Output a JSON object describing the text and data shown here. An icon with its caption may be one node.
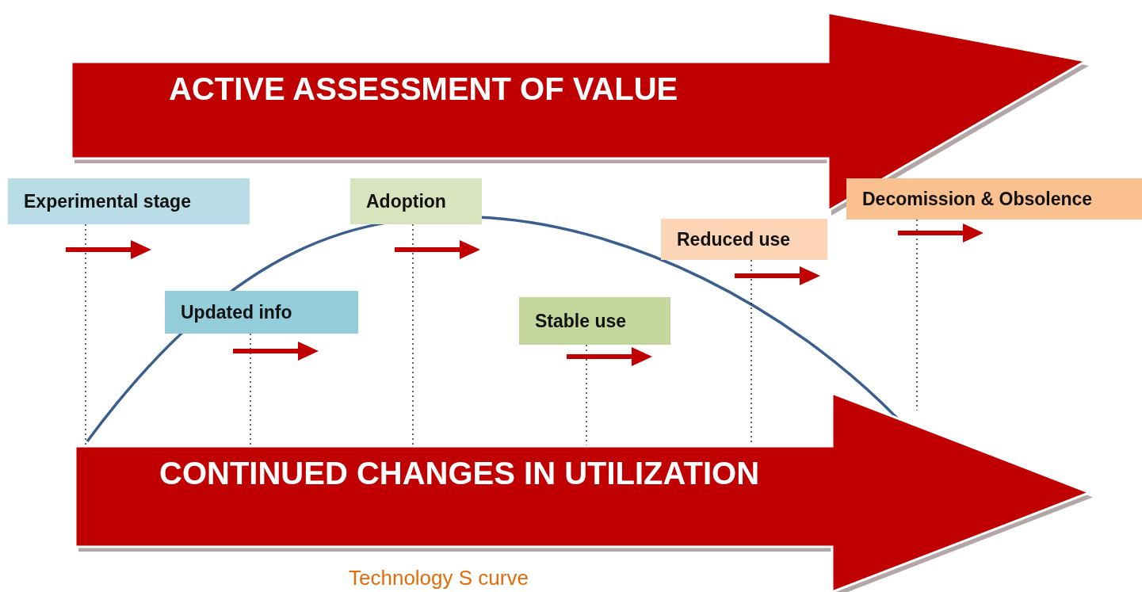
{
  "diagram": {
    "caption": "Technology S curve",
    "nodes": [
      {
        "text": [
          "ACTIVE ASSESSMENT OF VALUE"
        ]
      },
      {
        "text": [
          "Experimental stage"
        ]
      },
      {
        "text": [
          "Updated info"
        ]
      },
      {
        "text": [
          "Adoption"
        ]
      },
      {
        "text": [
          "Stable use"
        ]
      },
      {
        "text": [
          "Reduced use"
        ]
      },
      {
        "text": [
          "Decomission & Obsolence"
        ]
      },
      {
        "text": [
          "CONTINUED CHANGES IN UTILIZATION"
        ]
      }
    ],
    "edges": [
      {
        "from": 1,
        "to": 7,
        "arrow": "none",
        "style": "dashed"
      },
      {
        "from": 2,
        "to": 7,
        "arrow": "none",
        "style": "dashed"
      },
      {
        "from": 3,
        "to": 7,
        "arrow": "none",
        "style": "dashed"
      },
      {
        "from": 4,
        "to": 7,
        "arrow": "none",
        "style": "dashed"
      },
      {
        "from": 5,
        "to": 7,
        "arrow": "none",
        "style": "dashed"
      },
      {
        "from": 6,
        "to": 7,
        "arrow": "none",
        "style": "dashed"
      }
    ]
  }
}
